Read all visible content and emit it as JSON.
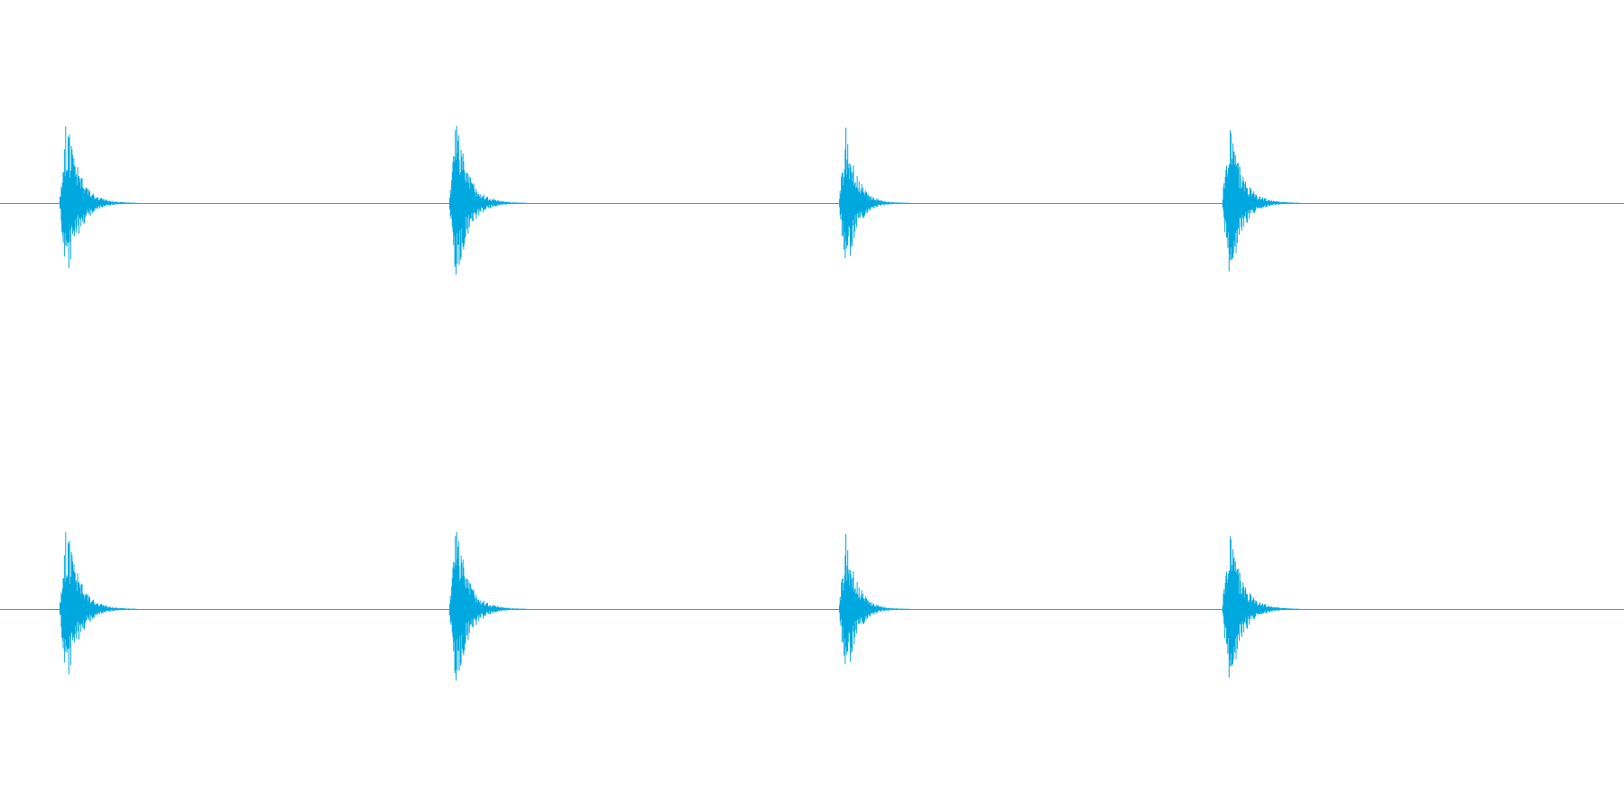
{
  "colors": {
    "background": "#ffffff",
    "waveform": "#00a8e0"
  },
  "chart_data": {
    "type": "line",
    "title": "",
    "xlabel": "",
    "ylabel": "",
    "ylim": [
      -1,
      1
    ],
    "grid": false,
    "legend": "none",
    "channels": [
      {
        "clicks": [
          {
            "center": 0.041,
            "amplitude": 0.47,
            "decay": 0.032
          },
          {
            "center": 0.281,
            "amplitude": 0.45,
            "decay": 0.032
          },
          {
            "center": 0.521,
            "amplitude": 0.42,
            "decay": 0.028
          },
          {
            "center": 0.757,
            "amplitude": 0.47,
            "decay": 0.032
          }
        ]
      },
      {
        "clicks": [
          {
            "center": 0.041,
            "amplitude": 0.47,
            "decay": 0.032
          },
          {
            "center": 0.281,
            "amplitude": 0.45,
            "decay": 0.032
          },
          {
            "center": 0.521,
            "amplitude": 0.42,
            "decay": 0.028
          },
          {
            "center": 0.757,
            "amplitude": 0.47,
            "decay": 0.032
          }
        ]
      }
    ]
  }
}
